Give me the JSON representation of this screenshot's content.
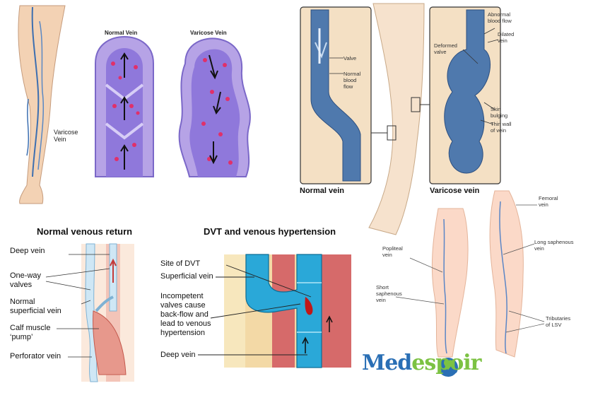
{
  "panel_leg": {
    "label": "Varicose\nVein"
  },
  "panel_compare": {
    "normal_title": "Normal Vein",
    "varicose_title": "Varicose Vein"
  },
  "panel_detail": {
    "valve": "Valve",
    "normal_blood_flow": "Normal\nblood\nflow",
    "abnormal_blood_flow": "Abnormal\nblood flow",
    "deformed_valve": "Deformed\nvalve",
    "dilated_vein": "Dilated\nvein",
    "skin_bulging": "Skin\nbulging",
    "thin_wall": "Thin wall\nof vein",
    "normal_caption": "Normal vein",
    "varicose_caption": "Varicose vein"
  },
  "panel_return": {
    "title": "Normal venous return",
    "deep_vein": "Deep vein",
    "one_way_valves": "One-way\nvalves",
    "normal_superficial": "Normal\nsuperficial vein",
    "calf_muscle": "Calf muscle\n‘pump’",
    "perforator": "Perforator vein"
  },
  "panel_dvt": {
    "title": "DVT and venous hypertension",
    "site": "Site of DVT",
    "superficial": "Superficial vein",
    "incompetent": "Incompetent\nvalves cause\nback-flow and\nlead to venous\nhypertension",
    "deep": "Deep vein"
  },
  "panel_anatomy": {
    "femoral": "Femoral\nvein",
    "popliteal": "Popliteal\nvein",
    "long_saphenous": "Long saphenous\nvein",
    "short_saphenous": "Short\nsaphenous\nvein",
    "tributaries": "Tributaries\nof LSV"
  },
  "brand": {
    "part1": "Med",
    "part2": "espoir",
    "color1": "#2a6fb5",
    "color2": "#7cc243"
  }
}
